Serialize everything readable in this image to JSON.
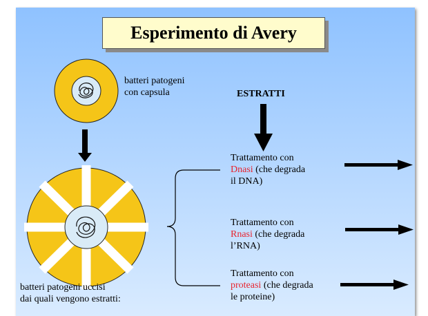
{
  "title": "Esperimento di Avery",
  "bacteria_top_label": [
    "batteri patogeni",
    "con capsula"
  ],
  "extracts_label": "ESTRATTI",
  "bacteria_bottom_label": [
    "batteri patogeni uccisi",
    "dai quali vengono estratti:"
  ],
  "treatments": [
    {
      "line1": "Trattamento con",
      "enzyme": "Dnasi",
      "rest1": " (che degrada",
      "line3": "il DNA)"
    },
    {
      "line1": "Trattamento con",
      "enzyme": "Rnasi",
      "rest1": " (che degrada",
      "line3": "l’RNA)"
    },
    {
      "line1": "Trattamento con",
      "enzyme": "proteasi",
      "rest1": " (che degrada",
      "line3": "le proteine)"
    }
  ],
  "colors": {
    "background_top": "#8fc2ff",
    "background_bottom": "#d9ebff",
    "title_fill": "#fffccc",
    "capsule": "#f5c518",
    "enzyme_text": "#e8232d"
  }
}
